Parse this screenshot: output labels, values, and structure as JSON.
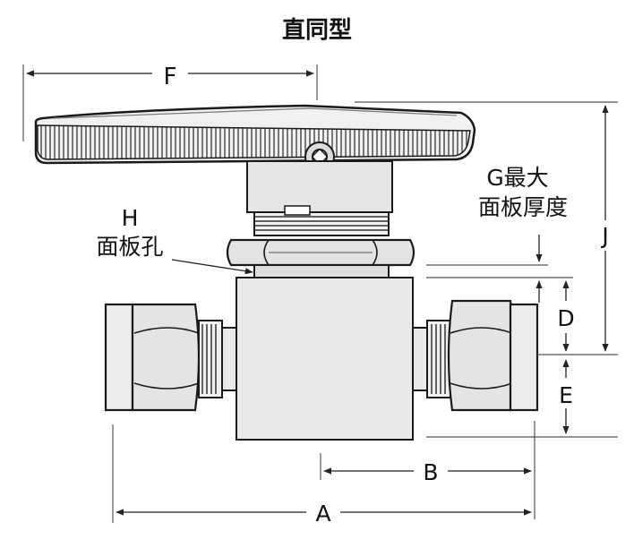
{
  "title": "直同型",
  "labels": {
    "F": "F",
    "G_line1": "G最大",
    "G_line2": "面板厚度",
    "H_line1": "H",
    "H_line2": "面板孔",
    "J": "J",
    "D": "D",
    "E": "E",
    "B": "B",
    "A": "A"
  }
}
